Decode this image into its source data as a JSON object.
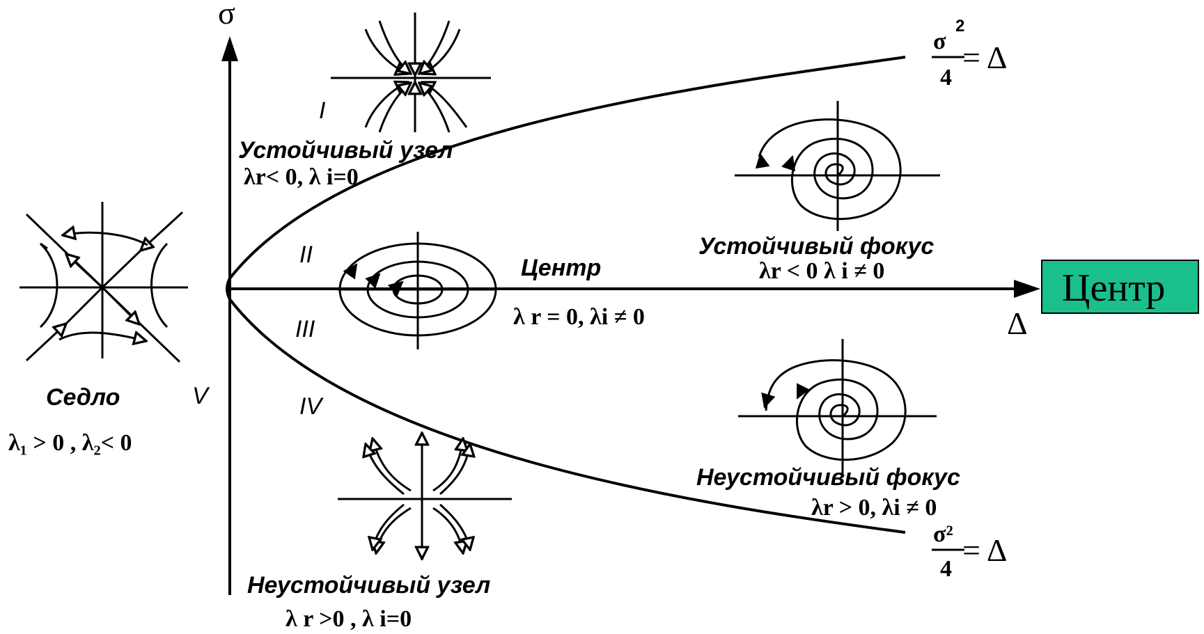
{
  "axes": {
    "sigma": "σ",
    "delta": "Δ"
  },
  "regions": {
    "r1": "I",
    "r2": "II",
    "r3": "III",
    "r4": "IV",
    "r5": "V"
  },
  "saddle": {
    "title": "Седло",
    "condition": "λ₁ > 0 , λ₂< 0"
  },
  "stable_node": {
    "title": "Устойчивый узел",
    "condition": "λr< 0, λ i=0"
  },
  "unstable_node": {
    "title": "Неустойчивый узел",
    "condition": "λ r >0 ,  λ i=0"
  },
  "center": {
    "title": "Центр",
    "condition": "λ r = 0,  λi ≠ 0"
  },
  "stable_focus": {
    "title": "Устойчивый фокус",
    "condition": "λr < 0    λ i ≠ 0"
  },
  "unstable_focus": {
    "title": "Неустойчивый фокус",
    "condition": "λr > 0,  λi ≠ 0"
  },
  "curve_top": {
    "num": "σ",
    "exp": "2",
    "den": "4",
    "rhs": "= Δ"
  },
  "curve_bottom": {
    "num": "σ²",
    "den": "4",
    "rhs": "= Δ"
  },
  "badge": {
    "label": "Центр",
    "color": "#1abf8c"
  }
}
